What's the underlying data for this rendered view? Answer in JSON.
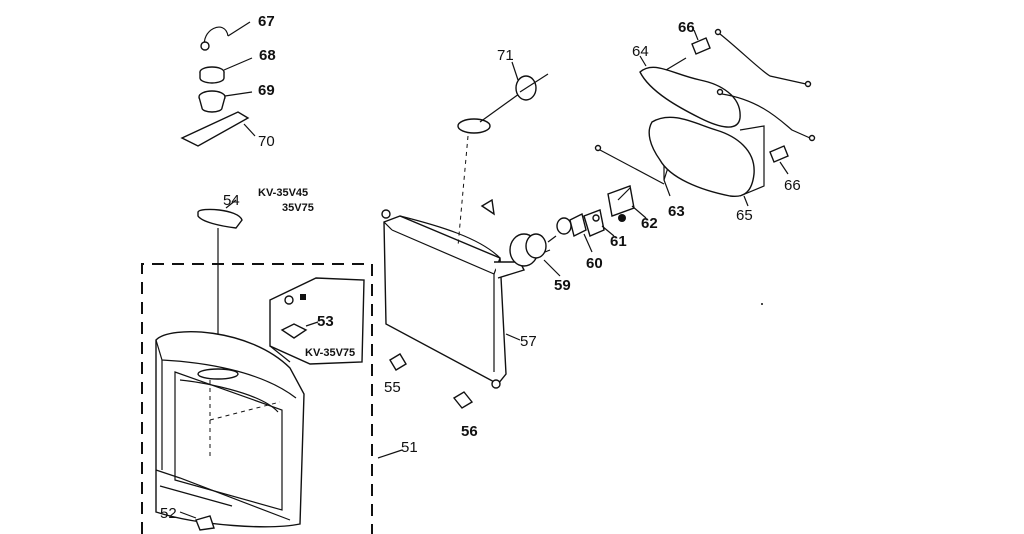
{
  "models": {
    "model_a": "KV-35V45",
    "model_b": "35V75",
    "model_c": "KV-35V75"
  },
  "callouts": {
    "p51": "51",
    "p52": "52",
    "p53": "53",
    "p54": "54",
    "p55": "55",
    "p56": "56",
    "p57": "57",
    "p59": "59",
    "p60": "60",
    "p61": "61",
    "p62": "62",
    "p63": "63",
    "p64": "64",
    "p65": "65",
    "p66a": "66",
    "p66b": "66",
    "p67": "67",
    "p68": "68",
    "p69": "69",
    "p70": "70",
    "p71": "71"
  }
}
